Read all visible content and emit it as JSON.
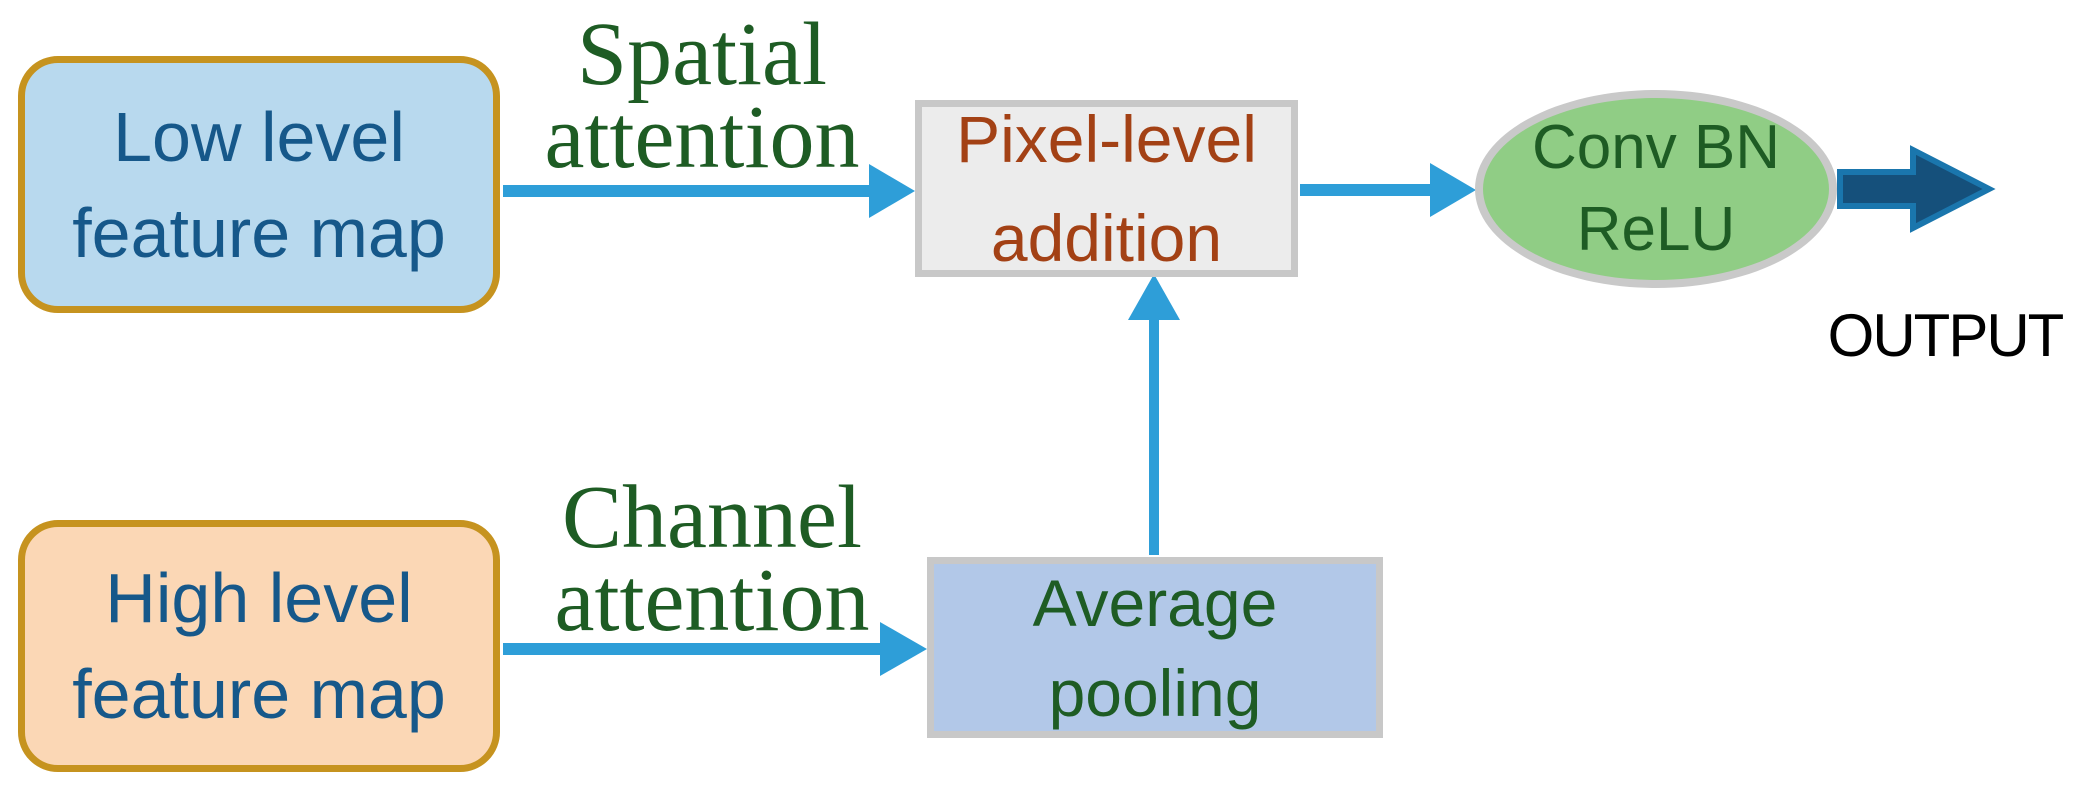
{
  "colors": {
    "arrow_blue": "#2e9ed8",
    "gold_border": "#c6931f",
    "low_box_fill": "#b8d9ee",
    "high_box_fill": "#fbd7b5",
    "box_text_blue": "#16588a",
    "attention_green": "#1e5c24",
    "pixel_box_fill": "#ececec",
    "gray_border": "#c8c8c8",
    "pixel_text": "#a34115",
    "avg_box_fill": "#b2c8e8",
    "ellipse_fill": "#90cd85",
    "output_arrow_fill": "#15507b",
    "output_arrow_stroke": "#1a76ad",
    "output_text": "#000000"
  },
  "diagram": {
    "nodes": {
      "low_feature_map": {
        "lines": [
          "Low level",
          "feature map"
        ]
      },
      "high_feature_map": {
        "lines": [
          "High level",
          "feature map"
        ]
      },
      "pixel_addition": {
        "lines": [
          "Pixel-level",
          "addition"
        ]
      },
      "average_pooling": {
        "lines": [
          "Average",
          "pooling"
        ]
      },
      "conv_bn_relu": {
        "lines": [
          "Conv BN",
          "ReLU"
        ]
      }
    },
    "edge_labels": {
      "spatial_attention": {
        "lines": [
          "Spatial",
          "attention"
        ]
      },
      "channel_attention": {
        "lines": [
          "Channel",
          "attention"
        ]
      }
    },
    "output_label": "OUTPUT"
  }
}
